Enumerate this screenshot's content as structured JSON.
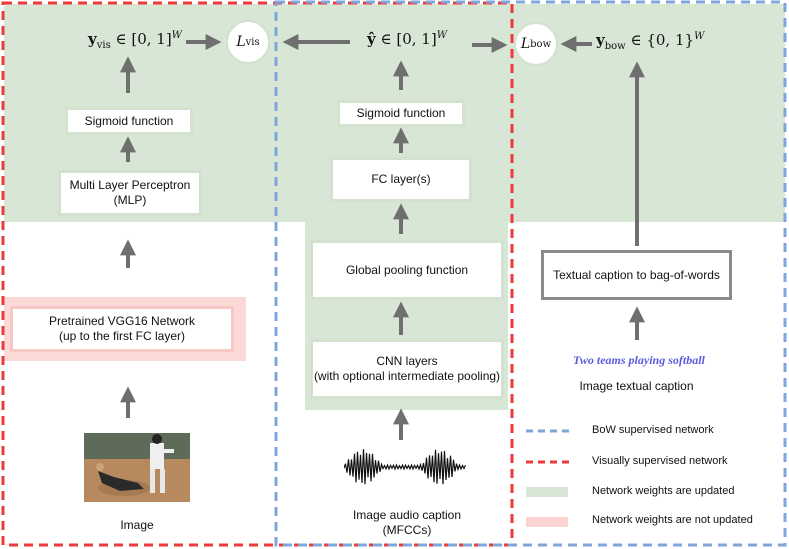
{
  "left": {
    "output": "y_vis ∈ [0,1]^W",
    "sigmoid": "Sigmoid function",
    "mlp_line1": "Multi Layer Perceptron",
    "mlp_line2": "(MLP)",
    "vgg_line1": "Pretrained VGG16 Network",
    "vgg_line2": "(up to the first FC layer)",
    "image_label": "Image"
  },
  "loss_vis": "L_vis",
  "middle": {
    "output": "ŷ ∈ [0,1]^W",
    "sigmoid": "Sigmoid function",
    "fc": "FC layer(s)",
    "pool": "Global pooling function",
    "cnn_line1": "CNN layers",
    "cnn_line2": "(with optional intermediate pooling)",
    "audio_line1": "Image audio caption",
    "audio_line2": "(MFCCs)"
  },
  "loss_bow": "L_bow",
  "right": {
    "output": "y_bow ∈ {0,1}^W",
    "bow_box": "Textual caption to bag-of-words",
    "caption_example": "Two teams playing softball",
    "caption_label": "Image textual caption"
  },
  "legend": [
    {
      "label": "BoW supervised network",
      "swatch": "dash",
      "color": "#7fa6dc"
    },
    {
      "label": "Visually supervised network",
      "swatch": "dash",
      "color": "#ee3a3a"
    },
    {
      "label": "Network weights are updated",
      "swatch": "fill",
      "color": "#d7e6d5"
    },
    {
      "label": "Network weights are not updated",
      "swatch": "fill",
      "color": "#fbd3d0"
    }
  ]
}
